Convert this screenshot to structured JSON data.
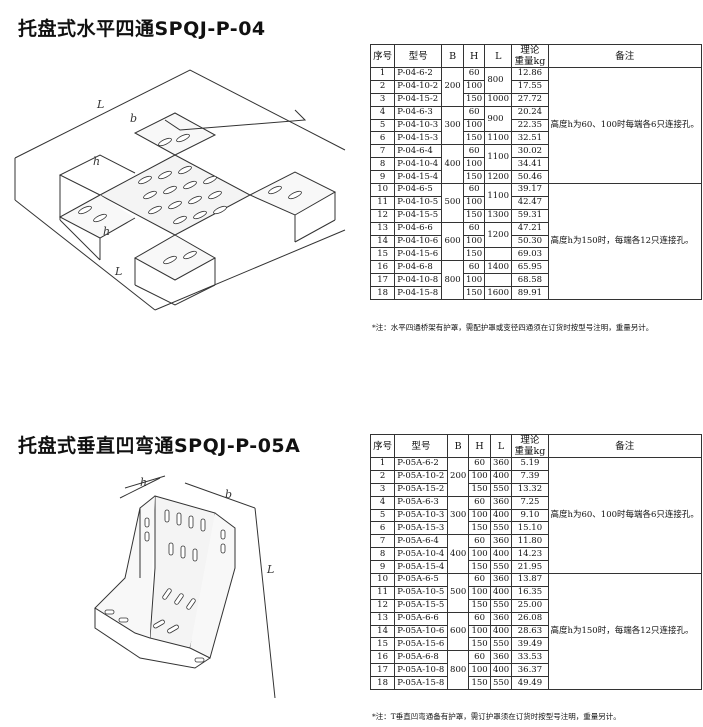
{
  "section1": {
    "title": "托盘式水平四通SPQJ-P-04",
    "headers": {
      "no": "序号",
      "model": "型号",
      "b": "B",
      "h": "H",
      "l": "L",
      "weight": "理论\n重量kg",
      "remark": "备注"
    },
    "rows": [
      {
        "no": "1",
        "model": "P-04-6-2",
        "h": "60",
        "weight": "12.86"
      },
      {
        "no": "2",
        "model": "P-04-10-2",
        "h": "100",
        "weight": "17.55"
      },
      {
        "no": "3",
        "model": "P-04-15-2",
        "h": "150",
        "weight": "27.72"
      },
      {
        "no": "4",
        "model": "P-04-6-3",
        "h": "60",
        "weight": "20.24"
      },
      {
        "no": "5",
        "model": "P-04-10-3",
        "h": "100",
        "weight": "22.35"
      },
      {
        "no": "6",
        "model": "P-04-15-3",
        "h": "150",
        "weight": "32.51"
      },
      {
        "no": "7",
        "model": "P-04-6-4",
        "h": "60",
        "weight": "30.02"
      },
      {
        "no": "8",
        "model": "P-04-10-4",
        "h": "100",
        "weight": "34.41"
      },
      {
        "no": "9",
        "model": "P-04-15-4",
        "h": "150",
        "weight": "50.46"
      },
      {
        "no": "10",
        "model": "P-04-6-5",
        "h": "60",
        "weight": "39.17"
      },
      {
        "no": "11",
        "model": "P-04-10-5",
        "h": "100",
        "weight": "42.47"
      },
      {
        "no": "12",
        "model": "P-04-15-5",
        "h": "150",
        "weight": "59.31"
      },
      {
        "no": "13",
        "model": "P-04-6-6",
        "h": "60",
        "weight": "47.21"
      },
      {
        "no": "14",
        "model": "P-04-10-6",
        "h": "100",
        "weight": "50.30"
      },
      {
        "no": "15",
        "model": "P-04-15-6",
        "h": "150",
        "weight": "69.03"
      },
      {
        "no": "16",
        "model": "P-04-6-8",
        "h": "60",
        "weight": "65.95"
      },
      {
        "no": "17",
        "model": "P-04-10-8",
        "h": "100",
        "weight": "68.58"
      },
      {
        "no": "18",
        "model": "P-04-15-8",
        "h": "150",
        "weight": "89.91"
      }
    ],
    "b_groups": [
      "200",
      "300",
      "400",
      "500",
      "600",
      "800"
    ],
    "l_values": [
      "800",
      "1000",
      "900",
      "1100",
      "1100",
      "1200",
      "1100",
      "1300",
      "1200",
      "1400",
      "1600"
    ],
    "remark_a": "高度h为60、100时每端各6只连接孔。",
    "remark_b": "高度h为150时，每端各12只连接孔。",
    "footnote": "*注：水平四通桥架有护罩，需配护罩或变径四通须在订货时按型号注明，重量另计。",
    "figure_labels": {
      "L": "L",
      "b": "b",
      "h": "h"
    }
  },
  "section2": {
    "title": "托盘式垂直凹弯通SPQJ-P-05A",
    "headers": {
      "no": "序号",
      "model": "型号",
      "b": "B",
      "h": "H",
      "l": "L",
      "weight": "理论\n重量kg",
      "remark": "备注"
    },
    "rows": [
      {
        "no": "1",
        "model": "P-05A-6-2",
        "h": "60",
        "l": "360",
        "weight": "5.19"
      },
      {
        "no": "2",
        "model": "P-05A-10-2",
        "h": "100",
        "l": "400",
        "weight": "7.39"
      },
      {
        "no": "3",
        "model": "P-05A-15-2",
        "h": "150",
        "l": "550",
        "weight": "13.32"
      },
      {
        "no": "4",
        "model": "P-05A-6-3",
        "h": "60",
        "l": "360",
        "weight": "7.25"
      },
      {
        "no": "5",
        "model": "P-05A-10-3",
        "h": "100",
        "l": "400",
        "weight": "9.10"
      },
      {
        "no": "6",
        "model": "P-05A-15-3",
        "h": "150",
        "l": "550",
        "weight": "15.10"
      },
      {
        "no": "7",
        "model": "P-05A-6-4",
        "h": "60",
        "l": "360",
        "weight": "11.80"
      },
      {
        "no": "8",
        "model": "P-05A-10-4",
        "h": "100",
        "l": "400",
        "weight": "14.23"
      },
      {
        "no": "9",
        "model": "P-05A-15-4",
        "h": "150",
        "l": "550",
        "weight": "21.95"
      },
      {
        "no": "10",
        "model": "P-05A-6-5",
        "h": "60",
        "l": "360",
        "weight": "13.87"
      },
      {
        "no": "11",
        "model": "P-05A-10-5",
        "h": "100",
        "l": "400",
        "weight": "16.35"
      },
      {
        "no": "12",
        "model": "P-05A-15-5",
        "h": "150",
        "l": "550",
        "weight": "25.00"
      },
      {
        "no": "13",
        "model": "P-05A-6-6",
        "h": "60",
        "l": "360",
        "weight": "26.08"
      },
      {
        "no": "14",
        "model": "P-05A-10-6",
        "h": "100",
        "l": "400",
        "weight": "28.63"
      },
      {
        "no": "15",
        "model": "P-05A-15-6",
        "h": "150",
        "l": "550",
        "weight": "39.49"
      },
      {
        "no": "16",
        "model": "P-05A-6-8",
        "h": "60",
        "l": "360",
        "weight": "33.53"
      },
      {
        "no": "17",
        "model": "P-05A-10-8",
        "h": "100",
        "l": "400",
        "weight": "36.37"
      },
      {
        "no": "18",
        "model": "P-05A-15-8",
        "h": "150",
        "l": "550",
        "weight": "49.49"
      }
    ],
    "b_groups": [
      "200",
      "300",
      "400",
      "500",
      "600",
      "800"
    ],
    "remark_a": "高度h为60、100时每端各6只连接孔。",
    "remark_b": "高度h为150时，每端各12只连接孔。",
    "footnote": "*注：T垂直凹弯通备有护罩，需订护罩须在订货时按型号注明，重量另计。",
    "figure_labels": {
      "L": "L",
      "b": "b",
      "h": "h"
    }
  }
}
